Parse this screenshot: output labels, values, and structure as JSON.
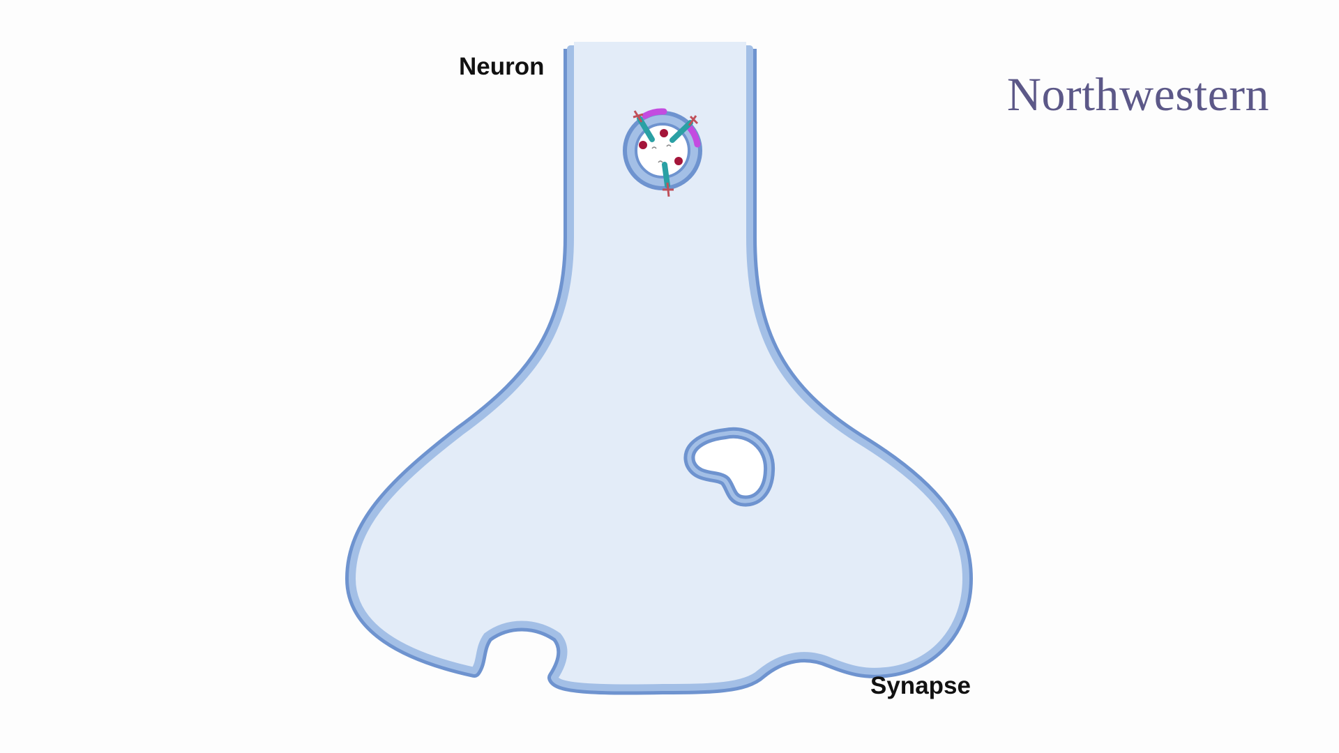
{
  "labels": {
    "neuron": "Neuron",
    "synapse": "Synapse"
  },
  "brand": {
    "name": "Northwestern"
  },
  "colors": {
    "background": "#fdfdfd",
    "cytoplasm": "#e3ecf8",
    "membrane_outer": "#6e93cf",
    "membrane_inner": "#a3bfe6",
    "vesicle_lumen": "#ffffff",
    "transporter": "#2aa0a4",
    "tag_purple": "#c34be0",
    "pin_red": "#c0505a",
    "cargo_dot": "#a4153a",
    "brand": "#5c5888"
  }
}
